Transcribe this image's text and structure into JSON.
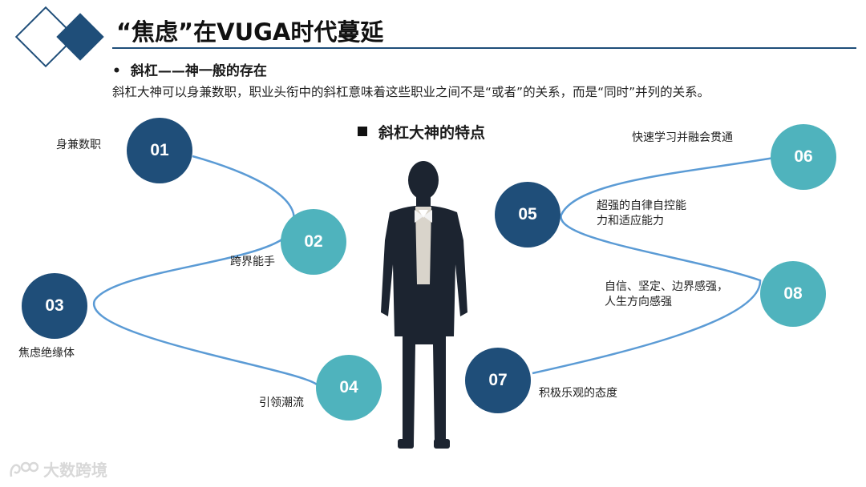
{
  "header": {
    "title": "“焦虑”在VUGA时代蔓延",
    "bullet_text": "斜杠——神一般的存在",
    "description": "斜杠大神可以身兼数职，职业头衔中的斜杠意味着这些职业之间不是“或者”的关系，而是“同时”并列的关系。"
  },
  "section": {
    "title": "斜杠大神的特点"
  },
  "traits": [
    {
      "num": "01",
      "label": "身兼数职"
    },
    {
      "num": "02",
      "label": "跨界能手"
    },
    {
      "num": "03",
      "label": "焦虑绝缘体"
    },
    {
      "num": "04",
      "label": "引领潮流"
    },
    {
      "num": "05",
      "label_lines": [
        "超强的自律自控能",
        "力和适应能力"
      ]
    },
    {
      "num": "06",
      "label": "快速学习并融会贯通"
    },
    {
      "num": "07",
      "label": "积极乐观的态度"
    },
    {
      "num": "08",
      "label_lines": [
        "自信、坚定、边界感强，",
        "人生方向感强"
      ]
    }
  ],
  "watermark": {
    "text": "大数跨境",
    "icon": "logo-icon"
  },
  "colors": {
    "dark_blue": "#1f4e79",
    "teal": "#4fb3bd",
    "curve": "#5b9bd5"
  }
}
